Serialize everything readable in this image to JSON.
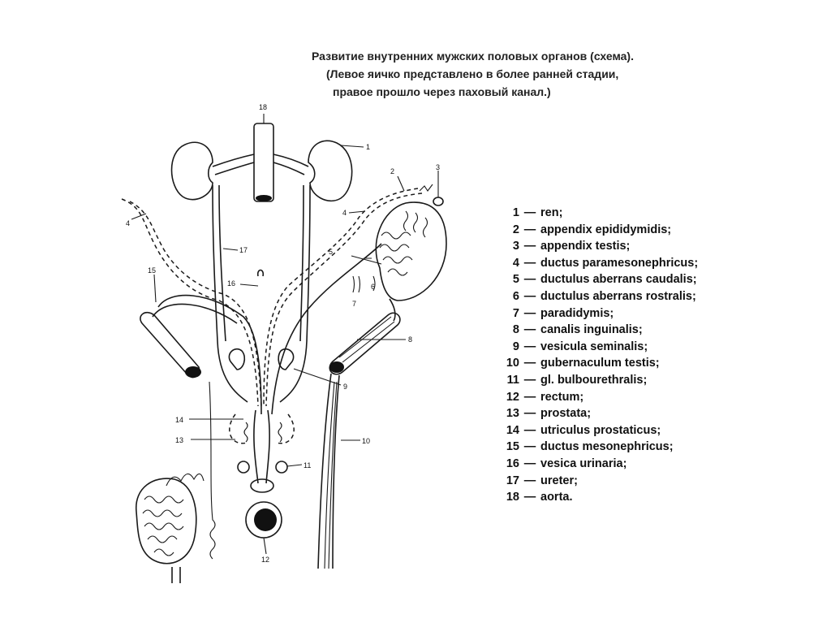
{
  "title": {
    "line1": "Развитие внутренних мужских половых органов (схема).",
    "line2": "(Левое яичко представлено в более ранней стадии,",
    "line3": "правое прошло через паховый канал.)"
  },
  "legend": [
    {
      "num": "1",
      "term": "ren;"
    },
    {
      "num": "2",
      "term": "appendix epididymidis;"
    },
    {
      "num": "3",
      "term": "appendix testis;"
    },
    {
      "num": "4",
      "term": "ductus paramesonephricus;"
    },
    {
      "num": "5",
      "term": "ductulus aberrans caudalis;"
    },
    {
      "num": "6",
      "term": "ductulus aberrans rostralis;"
    },
    {
      "num": "7",
      "term": "paradidymis;"
    },
    {
      "num": "8",
      "term": "canalis inguinalis;"
    },
    {
      "num": "9",
      "term": "vesicula seminalis;"
    },
    {
      "num": "10",
      "term": "gubernaculum testis;"
    },
    {
      "num": "11",
      "term": "gl. bulbourethralis;"
    },
    {
      "num": "12",
      "term": "rectum;"
    },
    {
      "num": "13",
      "term": "prostata;"
    },
    {
      "num": "14",
      "term": "utriculus prostaticus;"
    },
    {
      "num": "15",
      "term": "ductus mesonephricus;"
    },
    {
      "num": "16",
      "term": "vesica urinaria;"
    },
    {
      "num": "17",
      "term": "ureter;"
    },
    {
      "num": "18",
      "term": "aorta."
    }
  ],
  "legend_dash": "—",
  "figure_labels": [
    "18",
    "1",
    "2",
    "3",
    "4",
    "4",
    "5",
    "6",
    "7",
    "8",
    "9",
    "10",
    "11",
    "12",
    "13",
    "14",
    "15",
    "16",
    "17"
  ]
}
